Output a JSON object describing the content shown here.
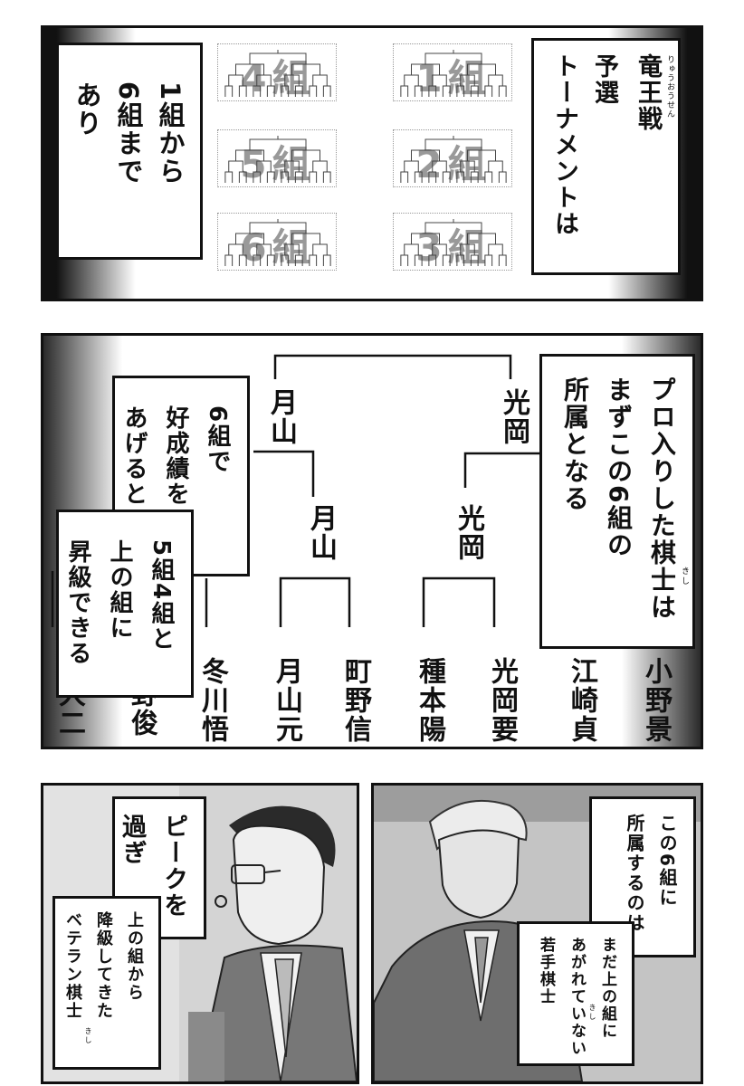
{
  "panel1": {
    "main_caption": [
      "竜王戦",
      "予選",
      "トーナメントは"
    ],
    "ruby": "りゅうおうせん",
    "side_caption": [
      "1組から",
      "6組まで",
      "あり"
    ],
    "groups": [
      {
        "label": "4組"
      },
      {
        "label": "1組"
      },
      {
        "label": "5組"
      },
      {
        "label": "2組"
      },
      {
        "label": "6組"
      },
      {
        "label": "3組"
      }
    ]
  },
  "panel2": {
    "caption_right": [
      "プロ入りした棋士は",
      "まずこの6組の",
      "所属となる"
    ],
    "ruby_kishi": "きし",
    "caption_left": [
      "6組で",
      "好成績を",
      "あげると"
    ],
    "caption_left2": [
      "5組4組と",
      "上の組に",
      "昇級できる"
    ],
    "bracket": {
      "top_left": "月山",
      "top_right": "光岡",
      "mid_left": "月山",
      "mid_right": "光岡"
    },
    "players": [
      "小野景",
      "江崎貞",
      "光岡要",
      "種本陽",
      "町野信",
      "月山元",
      "冬川悟",
      "野俊",
      "大二"
    ]
  },
  "panel3": {
    "caption_main": [
      "ピークを",
      "過ぎ"
    ],
    "caption_sub": [
      "上の組から",
      "降級してきた",
      "ベテラン棋士"
    ],
    "ruby_kishi": "きし"
  },
  "panel4": {
    "caption_main": [
      "この6組に",
      "所属するのは"
    ],
    "caption_sub": [
      "まだ上の組に",
      "あがれていない",
      "若手棋士"
    ],
    "ruby_kishi": "きし"
  }
}
